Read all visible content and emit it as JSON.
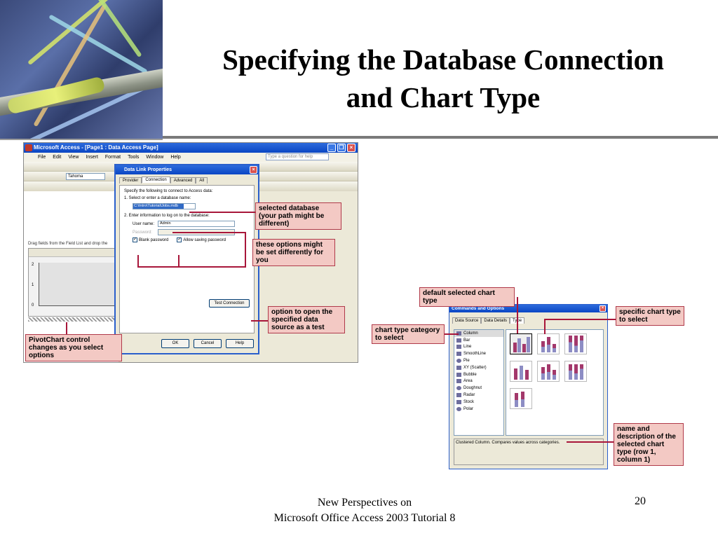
{
  "slide": {
    "title_line1": "Specifying the Database Connection",
    "title_line2": "and Chart Type",
    "footer_line1": "New Perspectives on",
    "footer_line2": "Microsoft Office Access 2003 Tutorial 8",
    "page_number": "20"
  },
  "access_window": {
    "title": "Microsoft Access - [Page1 : Data Access Page]",
    "menu": [
      "File",
      "Edit",
      "View",
      "Insert",
      "Format",
      "Tools",
      "Window",
      "Help"
    ],
    "help_placeholder": "Type a question for help",
    "font_name": "Tahoma",
    "drag_hint": "Drag fields from the Field List and drop the",
    "y_ticks": [
      "2",
      "1",
      "0"
    ]
  },
  "data_link_dialog": {
    "title": "Data Link Properties",
    "tabs": [
      "Provider",
      "Connection",
      "Advanced",
      "All"
    ],
    "instructions": "Specify the following to connect to Access data:",
    "step1": "1. Select or enter a database name:",
    "db_path": "C:\\Intro\\Tutorial\\Jobs.mdb",
    "step2": "2. Enter information to log on to the database:",
    "user_label": "User name:",
    "user_value": "Admin",
    "password_label": "Password:",
    "blank_password": "Blank password",
    "allow_saving": "Allow saving password",
    "test_button": "Test Connection",
    "ok": "OK",
    "cancel": "Cancel",
    "help": "Help"
  },
  "commands_dialog": {
    "title": "Commands and Options",
    "tabs": [
      "Data Source",
      "Data Details",
      "Type"
    ],
    "categories": [
      "Column",
      "Bar",
      "Line",
      "SmoothLine",
      "Pie",
      "XY (Scatter)",
      "Bubble",
      "Area",
      "Doughnut",
      "Radar",
      "Stock",
      "Polar"
    ],
    "description": "Clustered Column. Compares values across categories."
  },
  "callouts": {
    "selected_db": "selected database (your path might be different)",
    "options": "these options might be set differently for you",
    "open_source": "option to open the specified data source as a test",
    "pivotchart": "PivotChart control changes as you select options",
    "default_type": "default selected chart type",
    "specific_type": "specific chart type to select",
    "category": "chart type category to select",
    "name_desc": "name and description of the selected chart type (row 1, column 1)"
  },
  "colors": {
    "callout_fill": "#f3c9c4",
    "callout_border": "#b03a4a",
    "arrow": "#a8163a",
    "xp_blue": "#0a46c4"
  }
}
